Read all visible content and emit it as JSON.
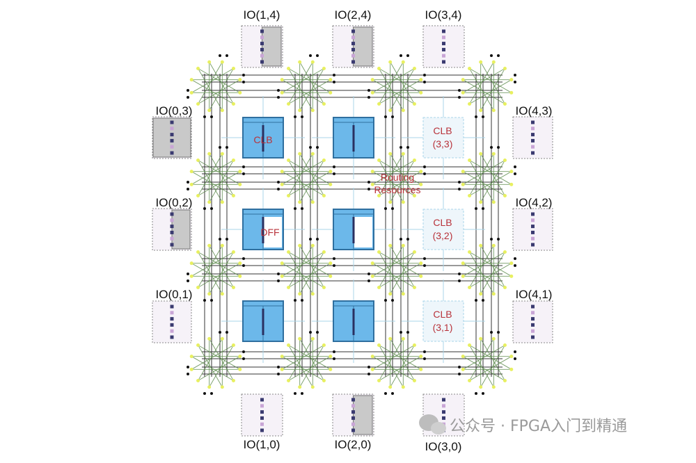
{
  "io_blocks": {
    "top": [
      "IO(1,4)",
      "IO(2,4)",
      "IO(3,4)"
    ],
    "left": [
      "IO(0,3)",
      "IO(0,2)",
      "IO(0,1)"
    ],
    "right": [
      "IO(4,3)",
      "IO(4,2)",
      "IO(4,1)"
    ],
    "bottom": [
      "IO(1,0)",
      "IO(2,0)",
      "IO(3,0)"
    ]
  },
  "labels": {
    "clb": "CLB",
    "dff": "DFF",
    "routing_1": "Routing",
    "routing_2": "Resources",
    "clb33_1": "CLB",
    "clb33_2": "(3,3)",
    "clb32_1": "CLB",
    "clb32_2": "(3,2)",
    "clb31_1": "CLB",
    "clb31_2": "(3,1)"
  },
  "watermark": "公众号 · FPGA入门到精通",
  "colors": {
    "clb_fill": "#6cb8ea",
    "clb_edge": "#2f6f9f",
    "io_gray": "#c9c9c9",
    "wire": "#333333",
    "switch": "#5c8a4c",
    "label_red": "#b8323a"
  }
}
